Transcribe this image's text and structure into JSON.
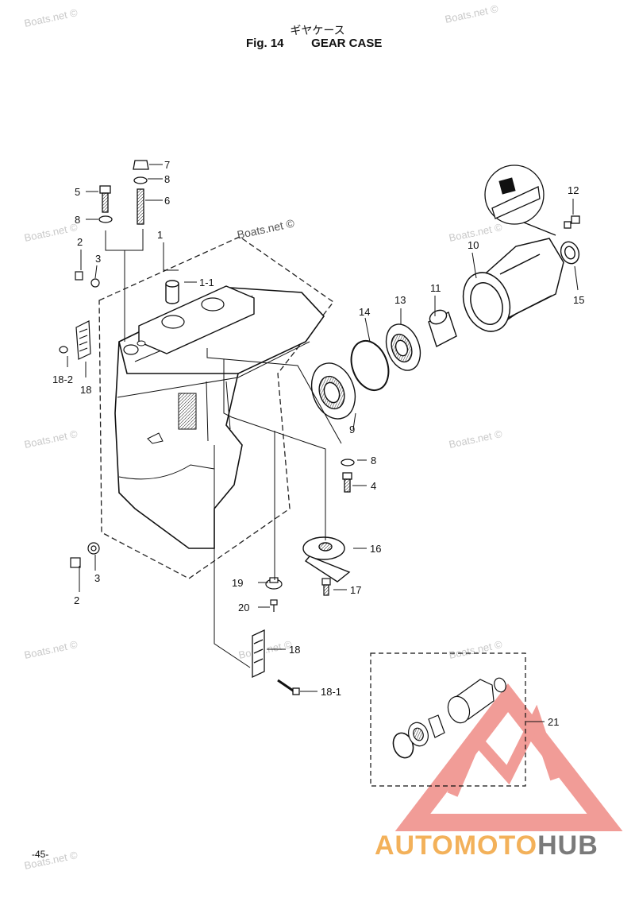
{
  "header": {
    "title_jp": "ギヤケース",
    "fig_label": "Fig. 14",
    "title_en": "GEAR CASE"
  },
  "page_number": "-45-",
  "watermarks": {
    "text": "Boats.net ©"
  },
  "callouts": {
    "c1": "1",
    "c1_1": "1-1",
    "c2a": "2",
    "c3a": "3",
    "c2b": "2",
    "c3b": "3",
    "c4": "4",
    "c5": "5",
    "c6": "6",
    "c7": "7",
    "c8a": "8",
    "c8b": "8",
    "c8c": "8",
    "c9": "9",
    "c10": "10",
    "c11": "11",
    "c12": "12",
    "c13": "13",
    "c14": "14",
    "c15": "15",
    "c16": "16",
    "c17": "17",
    "c18a": "18",
    "c18b": "18",
    "c18_1": "18-1",
    "c18_2": "18-2",
    "c19": "19",
    "c20": "20",
    "c21": "21"
  },
  "logo": {
    "part1": "AUTO",
    "part2": "MOTO",
    "part3": "HUB",
    "color_primary": "#f3b15a",
    "color_secondary": "#7a7a7a",
    "triangle_color": "#ef8b85"
  }
}
